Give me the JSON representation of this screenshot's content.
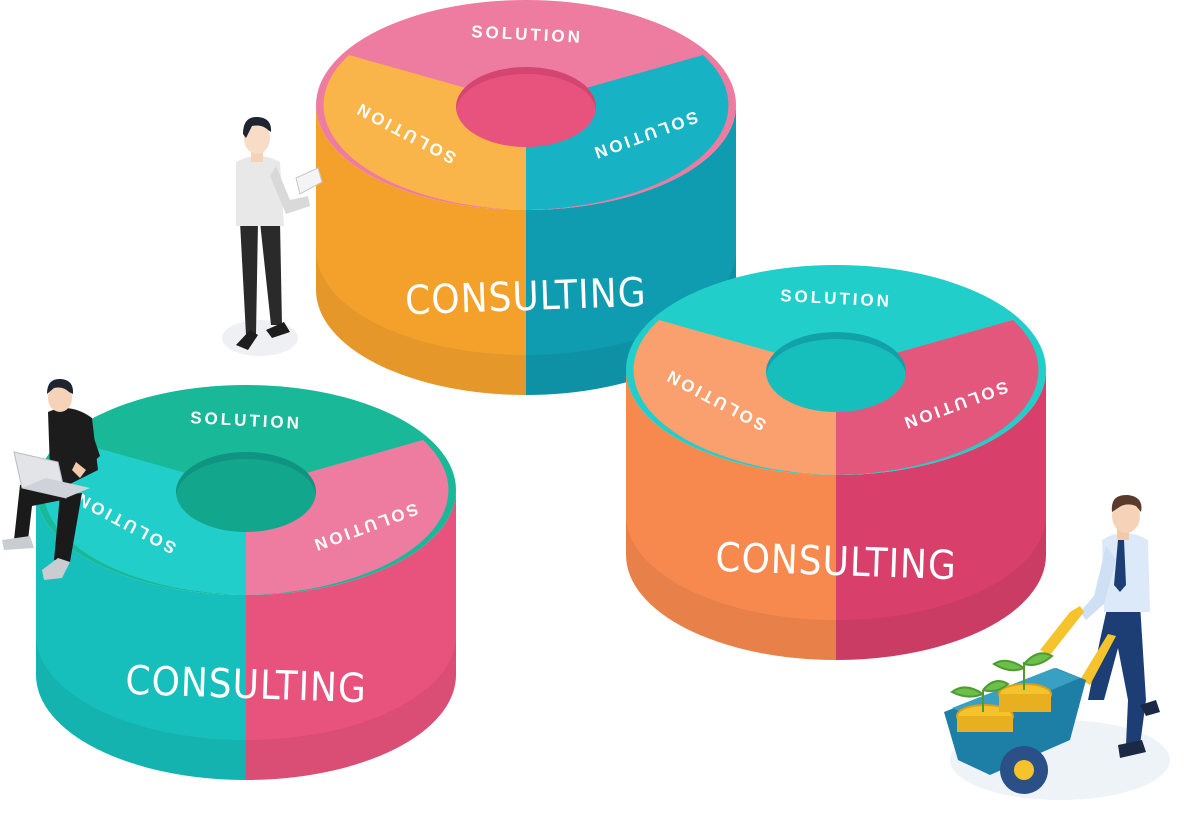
{
  "illustration": {
    "main_label": "CONSULTING",
    "segment_label": "SOLUTION",
    "colors": {
      "pink": "#e8537e",
      "pink_light": "#ee7ca0",
      "pink_dark": "#c23a66",
      "teal": "#0f9bb0",
      "teal_light": "#17b2c4",
      "teal_dark": "#0a7f92",
      "cyan": "#16bfbc",
      "cyan_light": "#22cec9",
      "green": "#12a68c",
      "green_light": "#19b898",
      "orange": "#f4a12c",
      "orange_light": "#f9b54a",
      "orange_dark": "#e3861a",
      "coral": "#f7894f",
      "coral_light": "#fa9f6e",
      "magenta": "#d8406b",
      "magenta_light": "#e4577d",
      "shadow": "#eef0f3"
    },
    "figures": [
      {
        "name": "man-with-tablet",
        "shirt": "#e8e8e8",
        "pants": "#2a2a2a"
      },
      {
        "name": "man-with-laptop",
        "shirt": "#1c1c1c",
        "pants": "#1a1a1a"
      },
      {
        "name": "man-with-wheelbarrow",
        "shirt": "#dce9f8",
        "pants": "#1d3e74",
        "cart": "#1d7fa6",
        "coins": "#f5c32b",
        "plants": "#6cc04a"
      }
    ]
  }
}
